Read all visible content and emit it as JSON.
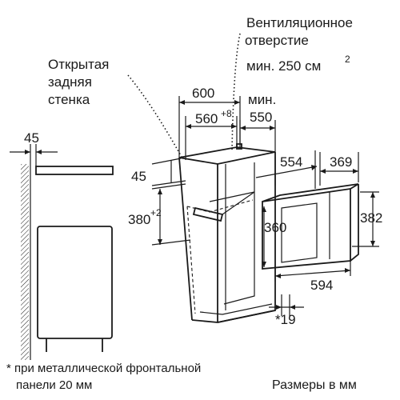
{
  "notes": {
    "ventilation_line1": "Вентиляционное",
    "ventilation_line2": "отверстие",
    "ventilation_line3": "мин. 250 см",
    "ventilation_sup": "2",
    "open_back_line1": "Открытая",
    "open_back_line2": "задняя",
    "open_back_line3": "стенка",
    "footnote_line1": "* при металлической фронтальной",
    "footnote_line2": "панели 20 мм",
    "units": "Размеры в мм"
  },
  "dimensions": {
    "d600": "600",
    "d560": "560",
    "d560_tol": "+8",
    "min_label": "мин.",
    "d550": "550",
    "d554": "554",
    "d369": "369",
    "d45_side": "45",
    "d45_top": "45",
    "d380": "380",
    "d380_tol": "+2",
    "d360": "360",
    "d382": "382",
    "d594": "594",
    "d19": "*19"
  }
}
